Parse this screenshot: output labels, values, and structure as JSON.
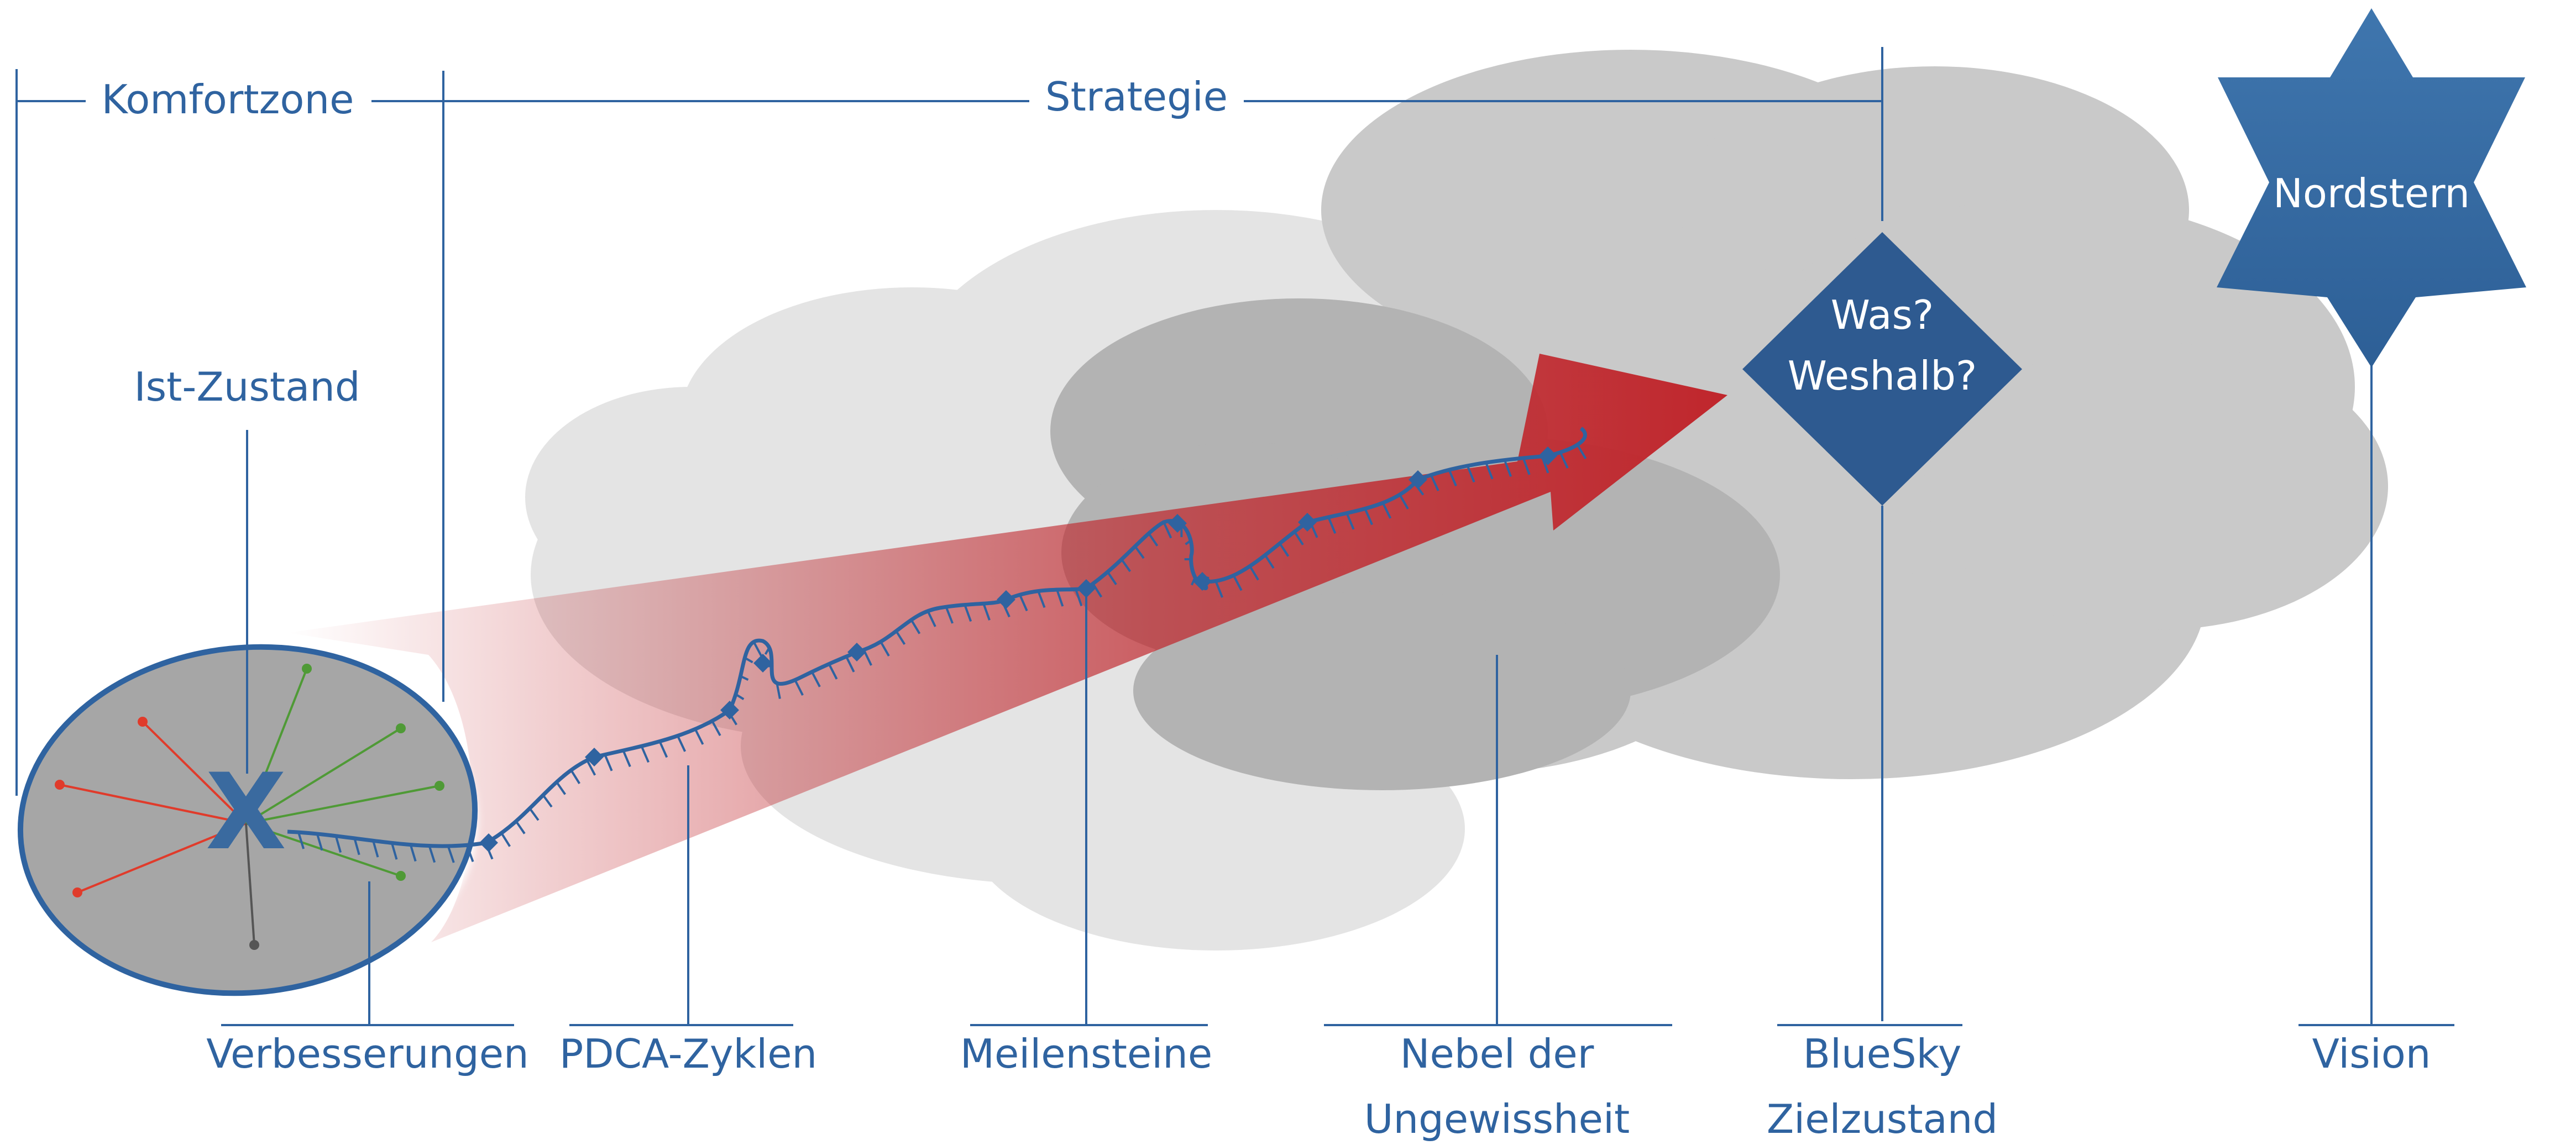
{
  "labels": {
    "komfortzone": "Komfortzone",
    "strategie": "Strategie",
    "ist_zustand": "Ist-Zustand",
    "verbesserungen": "Verbesserungen",
    "pdca": "PDCA-Zyklen",
    "meilensteine": "Meilensteine",
    "nebel_line1": "Nebel der",
    "nebel_line2": "Ungewissheit",
    "bluesky_line1": "BlueSky",
    "bluesky_line2": "Zielzustand",
    "vision": "Vision",
    "nordstern": "Nordstern",
    "was": "Was?",
    "weshalb": "Weshalb?",
    "x_mark": "X"
  },
  "colors": {
    "line_blue": "#2f63a0",
    "shape_blue": "#3a6a9f",
    "diamond_blue": "#2e5a90",
    "cloud_light": "#e4e4e4",
    "cloud_mid": "#c9c9c9",
    "cloud_dark": "#b3b3b3",
    "arrow_red": "#c0262c",
    "ellipse_gray": "#a6a6a6",
    "ray_red": "#e03b2b",
    "ray_green": "#4f9a36",
    "ray_gray": "#555555"
  }
}
